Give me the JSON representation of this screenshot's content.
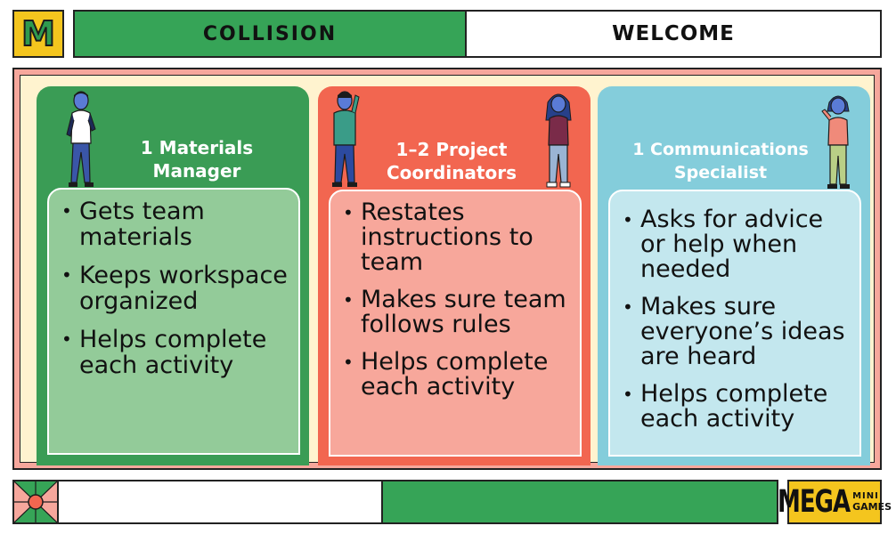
{
  "header": {
    "logo_letter": "M",
    "title": "COLLISION",
    "section": "WELCOME"
  },
  "roles": [
    {
      "title_line1": "1 Materials",
      "title_line2": "Manager",
      "color": "#3a9c55",
      "duties": [
        "Gets team materials",
        "Keeps workspace organized",
        "Helps complete each activity"
      ]
    },
    {
      "title_line1": "1–2 Project",
      "title_line2": "Coordinators",
      "color": "#f26650",
      "duties": [
        "Restates instructions to team",
        "Makes sure team follows rules",
        "Helps complete each activity"
      ]
    },
    {
      "title_line1": "1 Communications",
      "title_line2": "Specialist",
      "color": "#84cddb",
      "duties": [
        "Asks for advice or help when needed",
        "Makes sure everyone’s ideas are heard",
        "Helps complete each activity"
      ]
    }
  ],
  "footer": {
    "brand_big": "MEGA",
    "brand_top": "MINI",
    "brand_bottom": "GAMES"
  },
  "colors": {
    "brand_green": "#36a457",
    "brand_yellow": "#f4c51e",
    "frame_pink": "#f6a79c",
    "frame_cream": "#fff3cf"
  }
}
